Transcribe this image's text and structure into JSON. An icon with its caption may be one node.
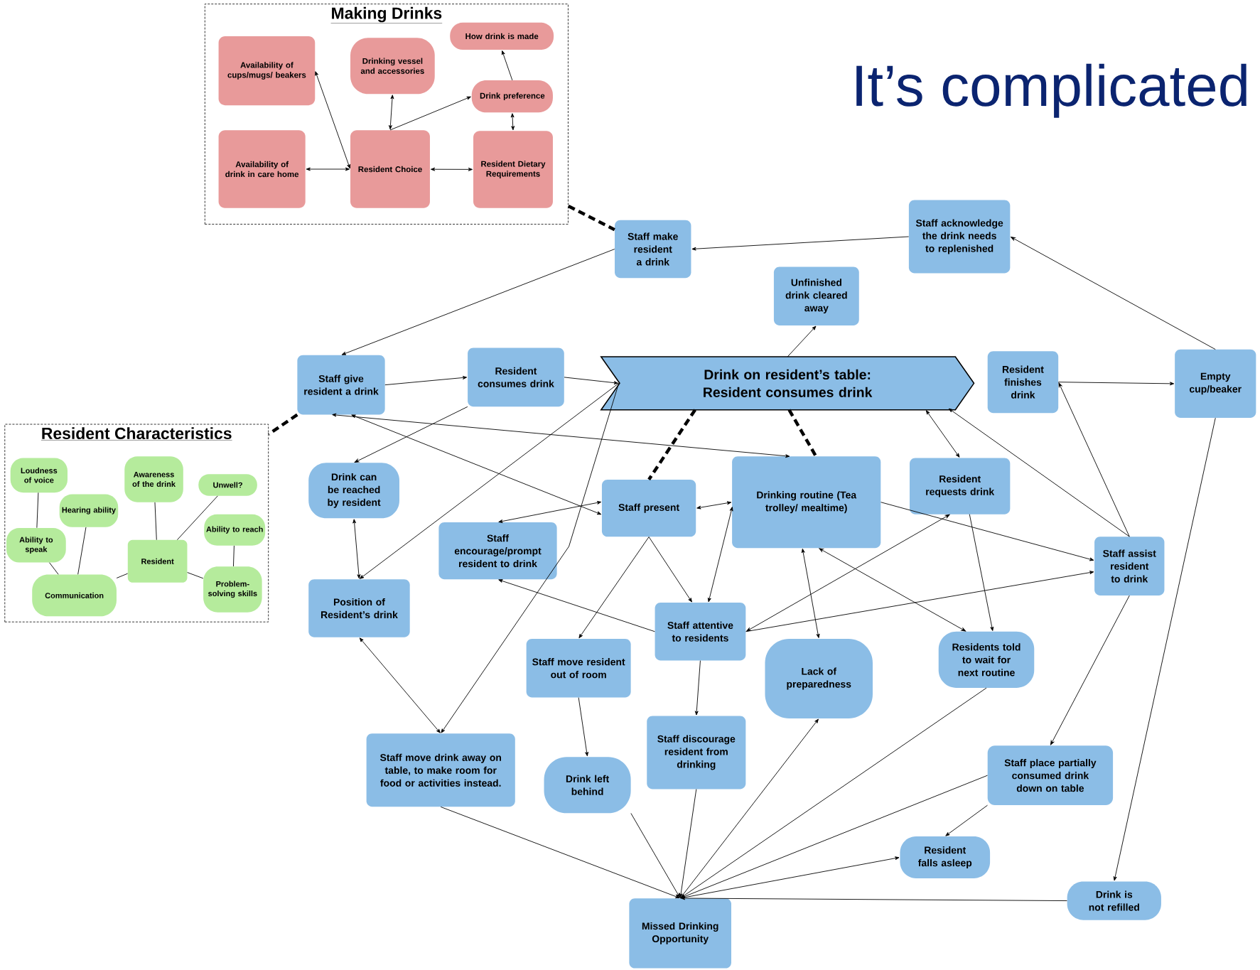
{
  "diagram": {
    "title": "It’s complicated",
    "nodes": [
      {
        "text": [
          "Making Drinks"
        ]
      },
      {
        "text": [
          "Availability of cups/mugs/ beakers"
        ],
        "in": 0
      },
      {
        "text": [
          "Drinking vessel and accessories"
        ],
        "in": 0
      },
      {
        "text": [
          "How drink is made"
        ],
        "in": 0
      },
      {
        "text": [
          "Drink preference"
        ],
        "in": 0
      },
      {
        "text": [
          "Availability of drink in care home"
        ],
        "in": 0
      },
      {
        "text": [
          "Resident Choice"
        ],
        "in": 0
      },
      {
        "text": [
          "Resident Dietary Requirements"
        ],
        "in": 0
      },
      {
        "text": [
          "Resident Characteristics"
        ]
      },
      {
        "text": [
          "Loudness of voice"
        ],
        "in": 8
      },
      {
        "text": [
          "Awareness of the drink"
        ],
        "in": 8
      },
      {
        "text": [
          "Unwell?"
        ],
        "in": 8
      },
      {
        "text": [
          "Hearing ability"
        ],
        "in": 8
      },
      {
        "text": [
          "Ability to reach"
        ],
        "in": 8
      },
      {
        "text": [
          "Ability to speak"
        ],
        "in": 8
      },
      {
        "text": [
          "Resident"
        ],
        "in": 8
      },
      {
        "text": [
          "Problem-solving skills"
        ],
        "in": 8
      },
      {
        "text": [
          "Communication"
        ],
        "in": 8
      },
      {
        "text": [
          "Staff make resident a drink"
        ]
      },
      {
        "text": [
          "Staff acknowledge the drink needs to replenished"
        ]
      },
      {
        "text": [
          "Unfinished drink cleared away"
        ]
      },
      {
        "text": [
          "Staff give resident a drink"
        ]
      },
      {
        "text": [
          "Resident consumes drink"
        ]
      },
      {
        "text": [
          "Drink on resident’s table: Resident consumes drink"
        ]
      },
      {
        "text": [
          "Resident finishes drink"
        ]
      },
      {
        "text": [
          "Empty cup/beaker"
        ]
      },
      {
        "text": [
          "Drink can be reached by resident"
        ]
      },
      {
        "text": [
          "Staff present"
        ]
      },
      {
        "text": [
          "Drinking routine (Tea trolley/ mealtime)"
        ]
      },
      {
        "text": [
          "Resident requests drink"
        ]
      },
      {
        "text": [
          "Staff encourage/prompt resident to drink"
        ]
      },
      {
        "text": [
          "Staff assist resident to drink"
        ]
      },
      {
        "text": [
          "Position of Resident’s drink"
        ]
      },
      {
        "text": [
          "Staff attentive to residents"
        ]
      },
      {
        "text": [
          "Staff move resident out of room"
        ]
      },
      {
        "text": [
          "Lack of preparedness"
        ]
      },
      {
        "text": [
          "Residents told to wait for next routine"
        ]
      },
      {
        "text": [
          "Staff move drink away on table, to make room for food or activities instead."
        ]
      },
      {
        "text": [
          "Drink left behind"
        ]
      },
      {
        "text": [
          "Staff discourage resident from drinking"
        ]
      },
      {
        "text": [
          "Staff place partially consumed drink down on table"
        ]
      },
      {
        "text": [
          "Resident falls asleep"
        ]
      },
      {
        "text": [
          "Drink is not refilled"
        ]
      },
      {
        "text": [
          "Missed Drinking Opportunity"
        ]
      }
    ],
    "edges": [
      {
        "from": 6,
        "to": 1,
        "arrow": "both"
      },
      {
        "from": 6,
        "to": 2,
        "arrow": "both"
      },
      {
        "from": 6,
        "to": 4,
        "arrow": "to"
      },
      {
        "from": 4,
        "to": 3,
        "arrow": "to"
      },
      {
        "from": 4,
        "to": 7,
        "arrow": "both"
      },
      {
        "from": 5,
        "to": 6,
        "arrow": "both"
      },
      {
        "from": 6,
        "to": 7,
        "arrow": "both"
      },
      {
        "from": 0,
        "to": 18,
        "arrow": "none",
        "style": "dashed"
      },
      {
        "from": 9,
        "to": 14,
        "arrow": "none"
      },
      {
        "from": 14,
        "to": 17,
        "arrow": "none"
      },
      {
        "from": 12,
        "to": 17,
        "arrow": "none"
      },
      {
        "from": 15,
        "to": 17,
        "arrow": "none"
      },
      {
        "from": 10,
        "to": 15,
        "arrow": "none"
      },
      {
        "from": 11,
        "to": 15,
        "arrow": "none"
      },
      {
        "from": 15,
        "to": 16,
        "arrow": "none"
      },
      {
        "from": 13,
        "to": 16,
        "arrow": "none"
      },
      {
        "from": 21,
        "to": 8,
        "arrow": "none",
        "style": "dashed"
      },
      {
        "from": 19,
        "to": 18,
        "arrow": "to"
      },
      {
        "from": 18,
        "to": 21,
        "arrow": "to"
      },
      {
        "from": 21,
        "to": 22,
        "arrow": "to"
      },
      {
        "from": 22,
        "to": 23,
        "arrow": "to"
      },
      {
        "from": 23,
        "to": 20,
        "arrow": "to"
      },
      {
        "from": 24,
        "to": 25,
        "arrow": "to"
      },
      {
        "from": 25,
        "to": 19,
        "arrow": "to"
      },
      {
        "from": 25,
        "to": 42,
        "arrow": "to"
      },
      {
        "from": 23,
        "to": 29,
        "arrow": "both"
      },
      {
        "from": 31,
        "to": 23,
        "arrow": "to"
      },
      {
        "from": 31,
        "to": 24,
        "arrow": "to"
      },
      {
        "from": 22,
        "to": 26,
        "arrow": "to"
      },
      {
        "from": 26,
        "to": 32,
        "arrow": "both"
      },
      {
        "from": 23,
        "to": 32,
        "arrow": "to"
      },
      {
        "from": 23,
        "to": 37,
        "arrow": "to"
      },
      {
        "from": 32,
        "to": 37,
        "arrow": "both"
      },
      {
        "from": 27,
        "to": 21,
        "arrow": "both"
      },
      {
        "from": 28,
        "to": 21,
        "arrow": "both"
      },
      {
        "from": 23,
        "to": 27,
        "arrow": "none",
        "style": "dashed"
      },
      {
        "from": 23,
        "to": 28,
        "arrow": "none",
        "style": "dashed"
      },
      {
        "from": 27,
        "to": 30,
        "arrow": "both"
      },
      {
        "from": 27,
        "to": 28,
        "arrow": "both"
      },
      {
        "from": 27,
        "to": 33,
        "arrow": "to"
      },
      {
        "from": 27,
        "to": 34,
        "arrow": "to"
      },
      {
        "from": 33,
        "to": 28,
        "arrow": "both"
      },
      {
        "from": 33,
        "to": 30,
        "arrow": "to"
      },
      {
        "from": 33,
        "to": 39,
        "arrow": "to"
      },
      {
        "from": 29,
        "to": 33,
        "arrow": "both"
      },
      {
        "from": 33,
        "to": 31,
        "arrow": "to"
      },
      {
        "from": 28,
        "to": 31,
        "arrow": "to"
      },
      {
        "from": 28,
        "to": 35,
        "arrow": "both"
      },
      {
        "from": 28,
        "to": 36,
        "arrow": "both"
      },
      {
        "from": 29,
        "to": 36,
        "arrow": "to"
      },
      {
        "from": 34,
        "to": 38,
        "arrow": "to"
      },
      {
        "from": 31,
        "to": 40,
        "arrow": "to"
      },
      {
        "from": 40,
        "to": 41,
        "arrow": "to"
      },
      {
        "from": 37,
        "to": 43,
        "arrow": "to"
      },
      {
        "from": 38,
        "to": 43,
        "arrow": "to"
      },
      {
        "from": 39,
        "to": 43,
        "arrow": "to"
      },
      {
        "from": 43,
        "to": 35,
        "arrow": "to"
      },
      {
        "from": 36,
        "to": 43,
        "arrow": "to"
      },
      {
        "from": 40,
        "to": 43,
        "arrow": "to"
      },
      {
        "from": 43,
        "to": 41,
        "arrow": "to"
      },
      {
        "from": 42,
        "to": 43,
        "arrow": "to"
      }
    ]
  }
}
